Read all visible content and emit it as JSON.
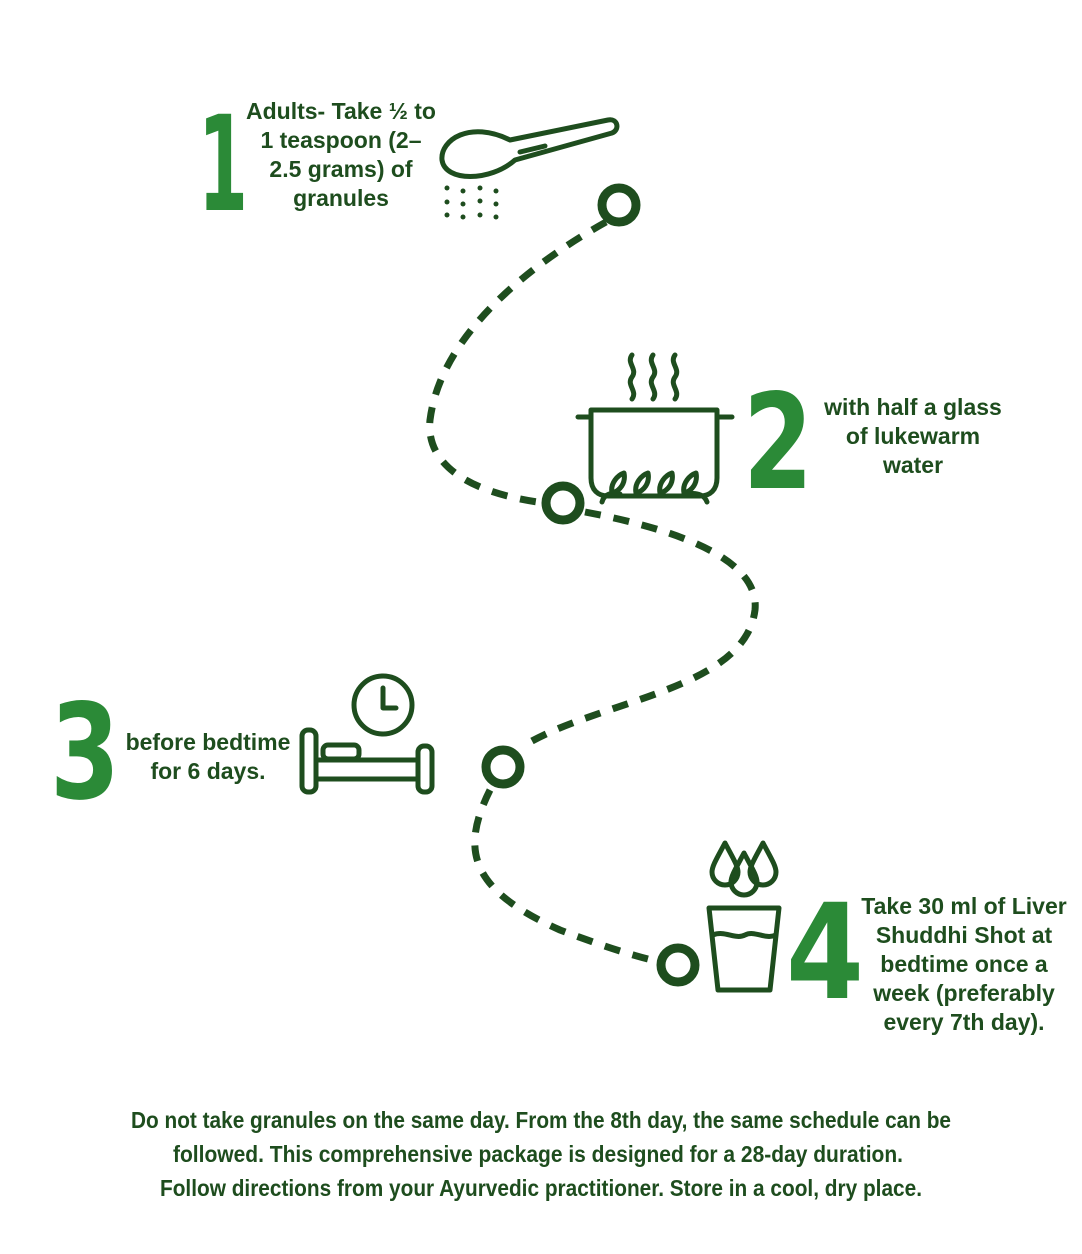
{
  "colors": {
    "number": "#2b8a37",
    "text": "#1e4d1e"
  },
  "steps": [
    {
      "number": "1",
      "icon": "spoon-icon",
      "lines": [
        "Adults- Take ½ to",
        "1 teaspoon (2–",
        "2.5 grams) of",
        "granules"
      ]
    },
    {
      "number": "2",
      "icon": "cooking-pot-icon",
      "lines": [
        "with half a glass",
        "of lukewarm",
        "water"
      ]
    },
    {
      "number": "3",
      "icon": "bed-clock-icon",
      "lines": [
        "before bedtime",
        "for 6 days."
      ]
    },
    {
      "number": "4",
      "icon": "glass-water-icon",
      "lines": [
        "Take 30 ml of Liver",
        "Shuddhi Shot at",
        "bedtime once a",
        "week (preferably",
        "every 7th day)."
      ]
    }
  ],
  "footer": [
    "Do not take granules on the same day. From the 8th day, the same schedule can be",
    "followed. This comprehensive package is designed for a 28-day duration.",
    "Follow directions from your Ayurvedic practitioner. Store in a cool, dry place."
  ]
}
